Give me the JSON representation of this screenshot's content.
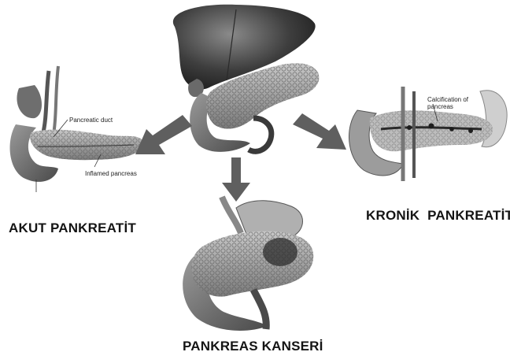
{
  "captions": {
    "acute": "AKUT PANKREATİT",
    "chronic": "KRONİK  PANKREATİT",
    "cancer": "PANKREAS KANSERİ"
  },
  "labels": {
    "pancreatic_duct": "Pancreatic duct",
    "inflamed_pancreas": "Inflamed pancreas",
    "calcification": "Calcification of pancreas"
  },
  "colors": {
    "background": "#ffffff",
    "caption": "#141414",
    "arrow": "#5f5f5f"
  }
}
